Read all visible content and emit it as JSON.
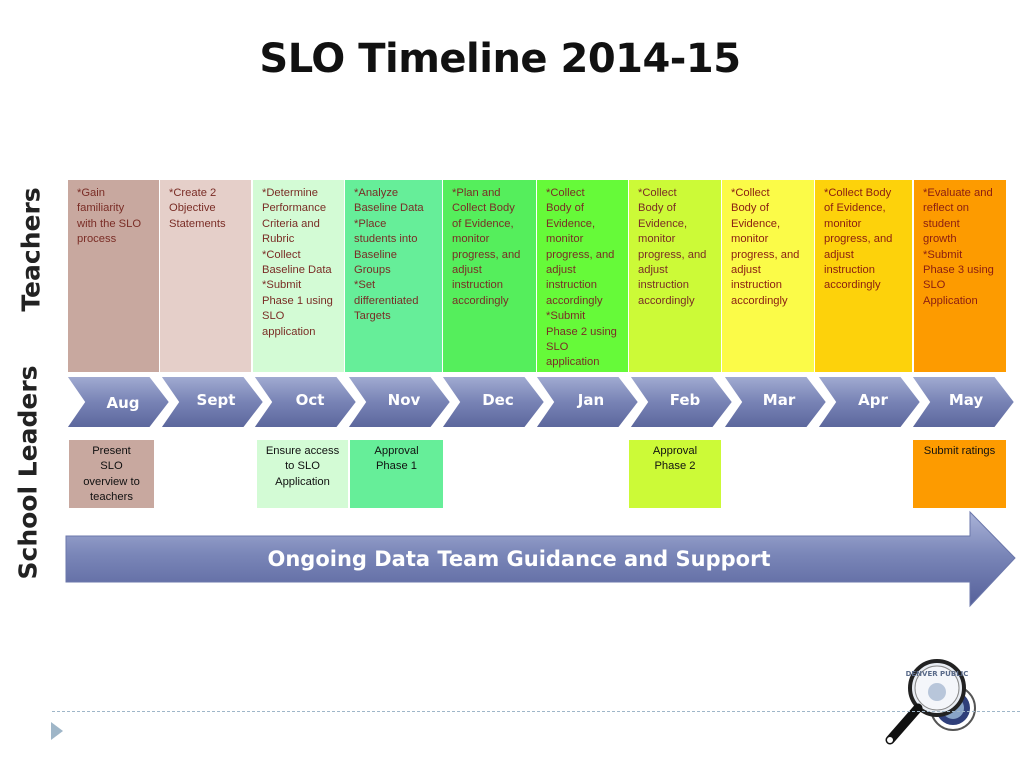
{
  "title": "SLO Timeline 2014-15",
  "row_labels": {
    "teachers": "Teachers",
    "school_leaders": "School Leaders"
  },
  "months": [
    "Aug",
    "Sept",
    "Oct",
    "Nov",
    "Dec",
    "Jan",
    "Feb",
    "Mar",
    "Apr",
    "May"
  ],
  "teacher_tasks": [
    {
      "month": "Aug",
      "text": "*Gain\nfamiliarity\nwith the SLO\nprocess",
      "bg": "#c8a89f"
    },
    {
      "month": "Sept",
      "text": "*Create 2\nObjective\nStatements",
      "bg": "#e5cfc9"
    },
    {
      "month": "Oct",
      "text": "*Determine\nPerformance\nCriteria and\nRubric\n*Collect\nBaseline Data\n*Submit\nPhase 1 using\nSLO\napplication",
      "bg": "#d3fbd5"
    },
    {
      "month": "Nov",
      "text": "*Analyze\nBaseline Data\n*Place\nstudents into\nBaseline\nGroups\n*Set\ndifferentiated\nTargets",
      "bg": "#66ee99"
    },
    {
      "month": "Dec",
      "text": "*Plan and\nCollect Body\nof Evidence,\nmonitor\nprogress, and\nadjust\ninstruction\naccordingly",
      "bg": "#55ee5c"
    },
    {
      "month": "Jan",
      "text": "*Collect\nBody of\nEvidence,\nmonitor\nprogress, and\nadjust\ninstruction\naccordingly\n*Submit\nPhase 2 using\nSLO\napplication",
      "bg": "#66fa39"
    },
    {
      "month": "Feb",
      "text": "*Collect\nBody of\nEvidence,\nmonitor\nprogress, and\nadjust\ninstruction\naccordingly",
      "bg": "#ccfa37"
    },
    {
      "month": "Mar",
      "text": "*Collect\nBody of\nEvidence,\nmonitor\nprogress, and\nadjust\ninstruction\naccordingly",
      "bg": "#fbfb48"
    },
    {
      "month": "Apr",
      "text": "*Collect Body\nof Evidence,\nmonitor\nprogress, and\nadjust\ninstruction\naccordingly",
      "bg": "#fdd20b"
    },
    {
      "month": "May",
      "text": "*Evaluate and\nreflect on\nstudent\ngrowth\n*Submit\nPhase 3 using\nSLO\nApplication",
      "bg": "#fd9b00"
    }
  ],
  "leader_tasks": [
    {
      "month": "Aug",
      "text": "Present\nSLO\noverview to\nteachers",
      "bg": "#c8a89f"
    },
    {
      "month": "Oct",
      "text": "Ensure access\nto SLO\nApplication",
      "bg": "#d3fbd5"
    },
    {
      "month": "Nov",
      "text": "Approval\nPhase 1",
      "bg": "#66ee99"
    },
    {
      "month": "Feb",
      "text": "Approval\nPhase 2",
      "bg": "#ccfa37"
    },
    {
      "month": "May",
      "text": "Submit ratings",
      "bg": "#fd9b00"
    }
  ],
  "banner": "Ongoing Data Team Guidance and Support",
  "colors": {
    "teacher_text_early": "#7a2d26",
    "teacher_text_late": "#8a1d12",
    "chevron_fill": "#7b87b8",
    "banner_fill": "#7884b6"
  },
  "logo": {
    "icon": "magnifying-glass-seal-icon",
    "text": "DENVER PUBLIC"
  }
}
